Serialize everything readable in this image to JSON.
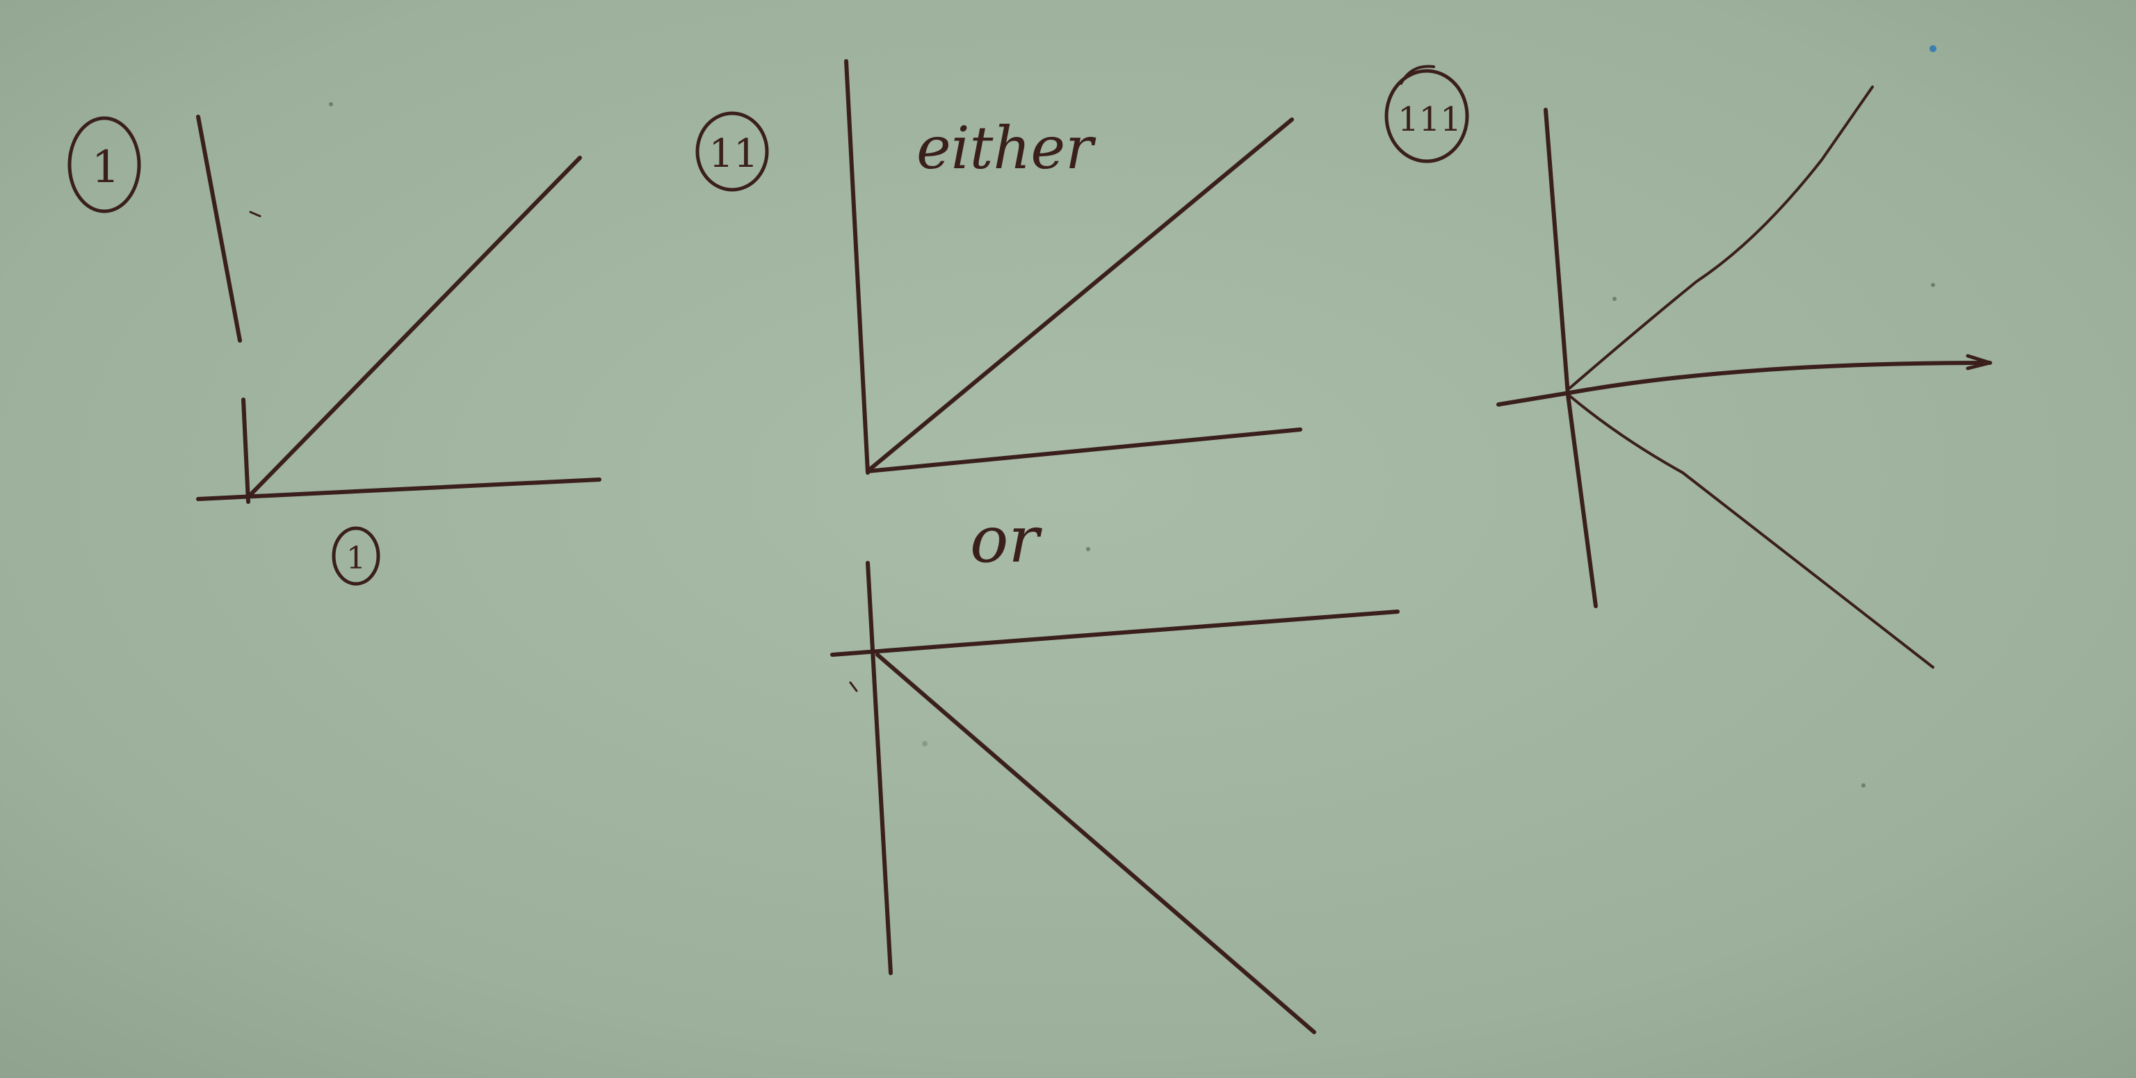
{
  "colors": {
    "paper": "#9fb39f",
    "ink": "#3a1f1c"
  },
  "labels": {
    "panel_1_marker": "1",
    "panel_1_axis_marker": "1",
    "panel_2_marker": "11",
    "panel_3_marker": "111",
    "either_text": "either",
    "or_text": "or"
  }
}
